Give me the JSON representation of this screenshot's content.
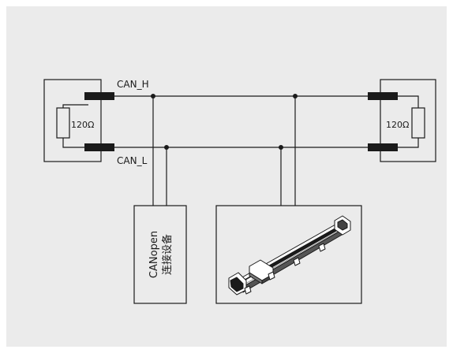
{
  "labels": {
    "can_h": "CAN_H",
    "can_l": "CAN_L",
    "resistor_left": "120Ω",
    "resistor_right": "120Ω",
    "device_line1": "CANopen",
    "device_line2": "连接设备"
  },
  "colors": {
    "background": "#ebebeb",
    "line": "#1a1a1a",
    "connector": "#1a1a1a"
  }
}
